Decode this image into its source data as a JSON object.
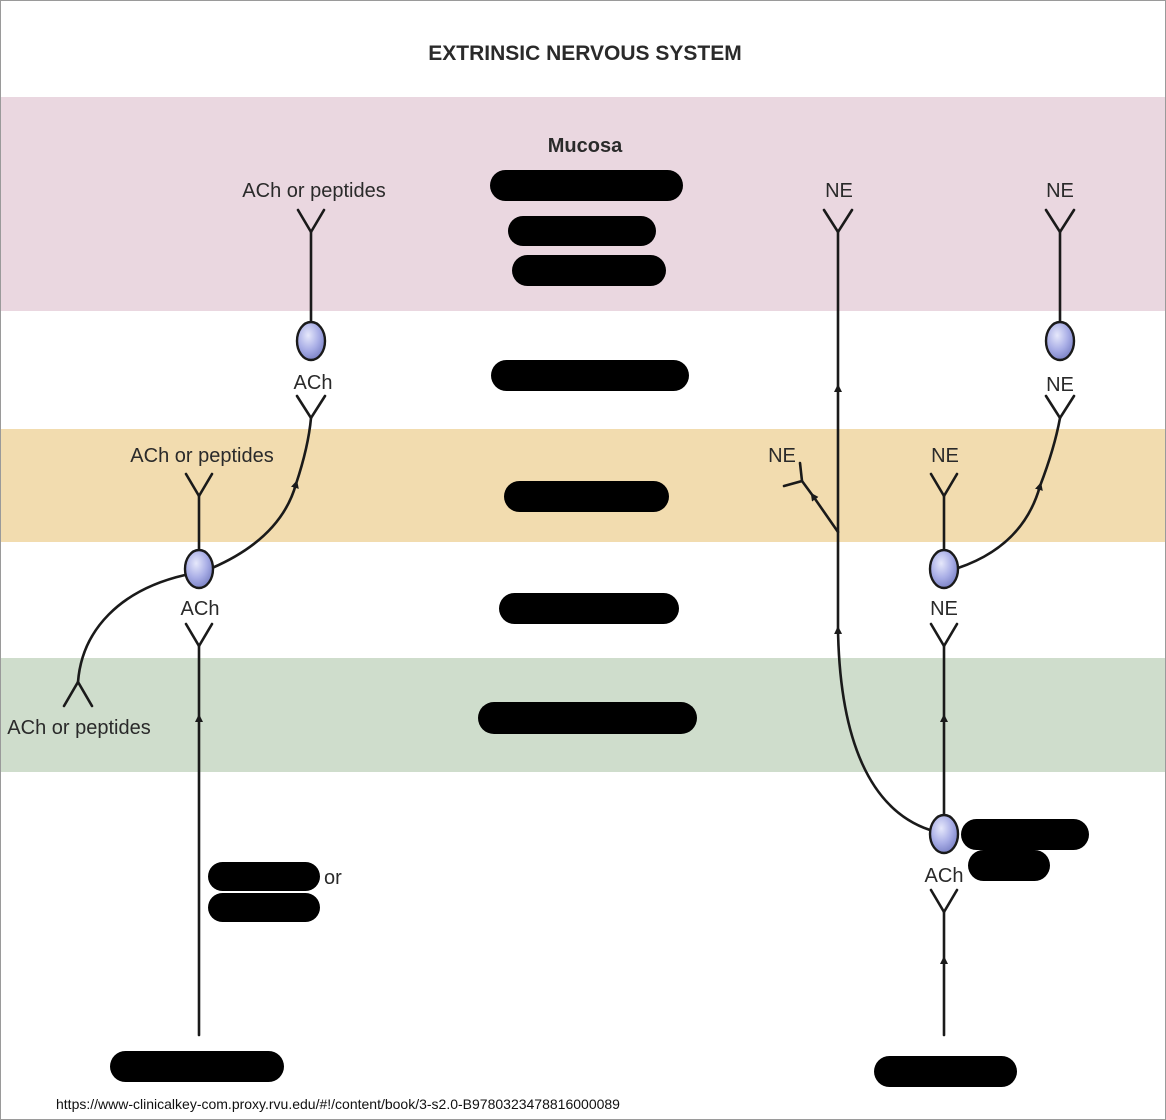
{
  "title": "EXTRINSIC NERVOUS SYSTEM",
  "layer_label": "Mucosa",
  "colors": {
    "band_pink": "#ead7e0",
    "band_tan": "#f2dcaf",
    "band_green": "#cfddcc",
    "line": "#1a1a1a",
    "neuron_fill": "#a9aee6",
    "redaction": "#000000"
  },
  "left_pathway": {
    "top_terminal_label": "ACh or peptides",
    "upper_synapse_label": "ACh",
    "middle_terminal_label": "ACh or peptides",
    "lower_synapse_label": "ACh",
    "bottom_terminal_label": "ACh or peptides",
    "fiber_type_suffix": "or"
  },
  "right_pathway": {
    "terminal_a_label": "NE",
    "terminal_b_label": "NE",
    "upper_synapse_label": "NE",
    "branch_terminal_label": "NE",
    "middle_terminal_label": "NE",
    "lower_synapse_label": "NE",
    "ganglion_synapse_label": "ACh"
  },
  "source_url": "https://www-clinicalkey-com.proxy.rvu.edu/#!/content/book/3-s2.0-B9780323478816000089"
}
